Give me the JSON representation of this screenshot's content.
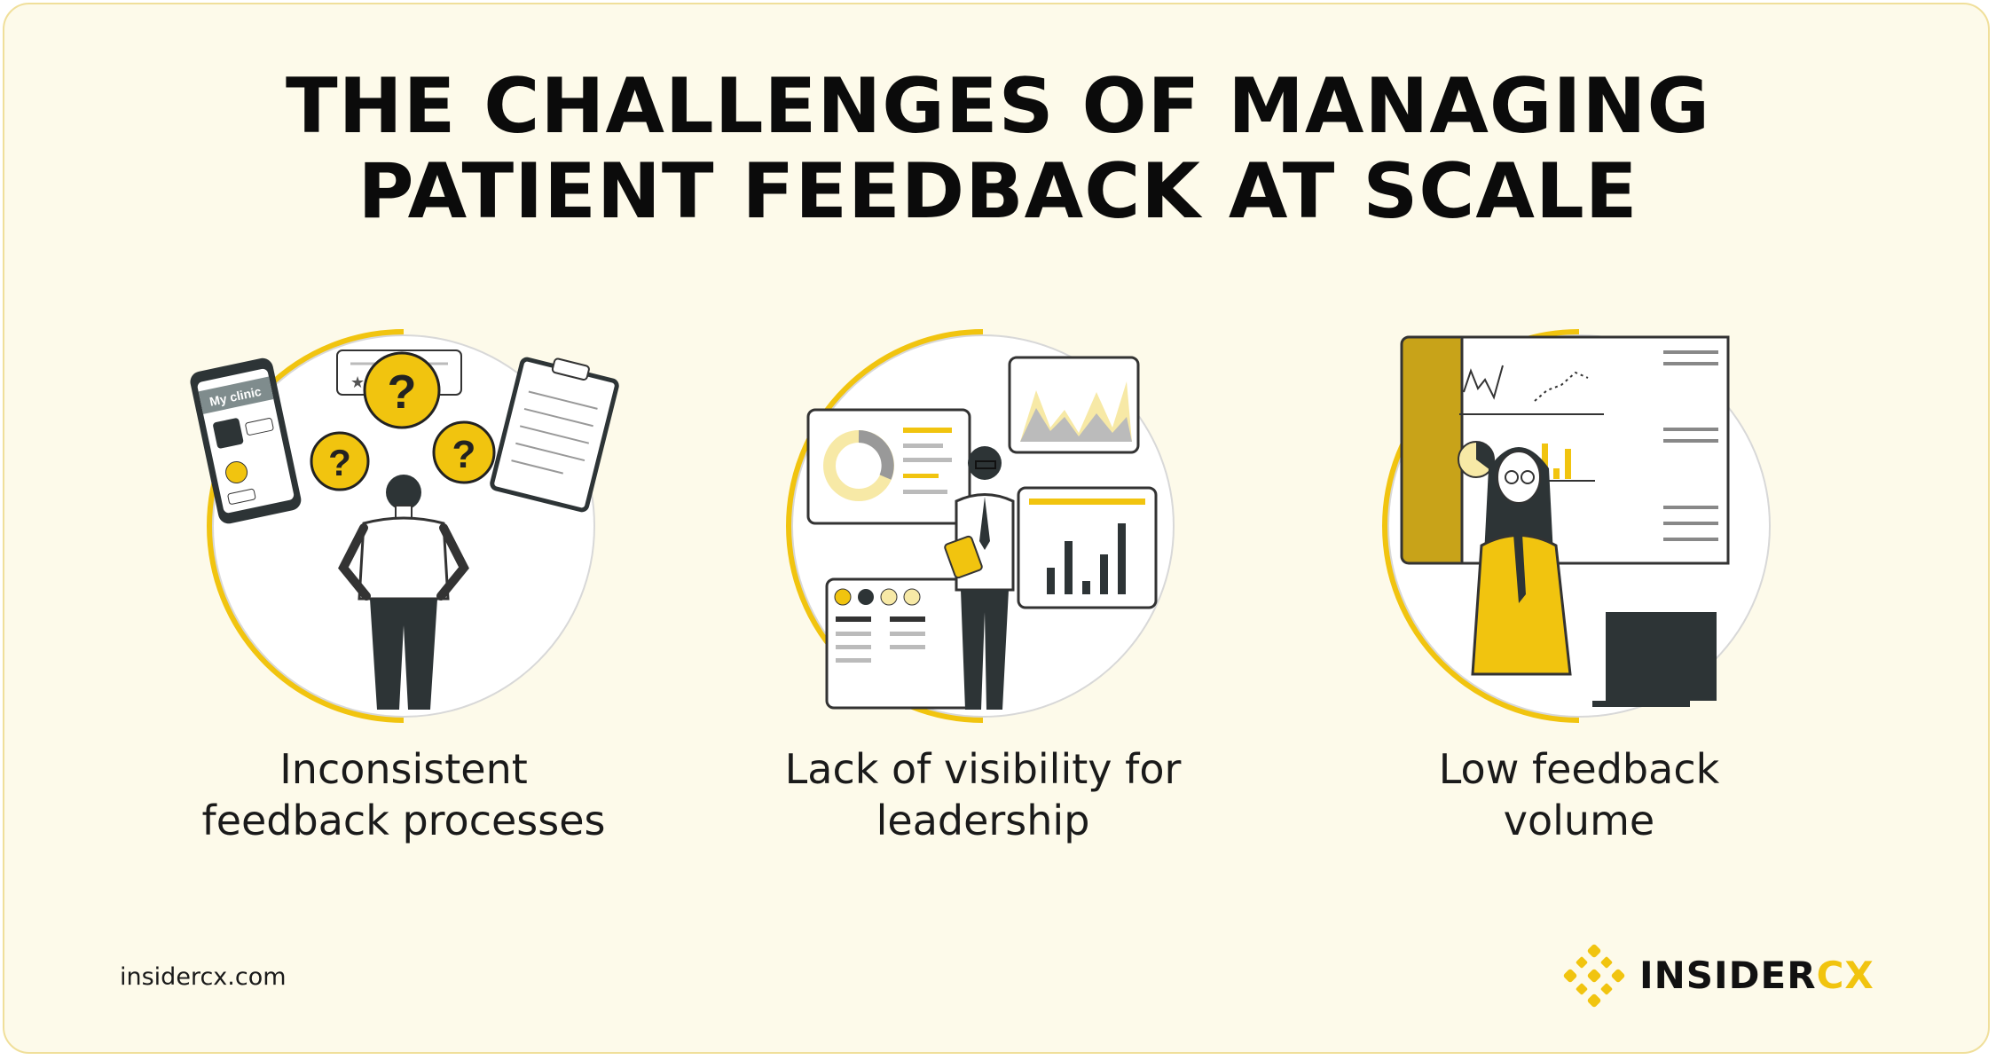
{
  "title": {
    "line1": "THE CHALLENGES OF MANAGING",
    "line2": "PATIENT FEEDBACK AT SCALE"
  },
  "challenges": [
    {
      "line1": "Inconsistent",
      "line2": "feedback processes",
      "illustration": "confused-man-with-phone-icon"
    },
    {
      "line1": "Lack of visibility for",
      "line2": "leadership",
      "illustration": "man-with-dashboards-icon"
    },
    {
      "line1": "Low feedback",
      "line2": "volume",
      "illustration": "woman-at-computer-icon"
    }
  ],
  "illustration_text": {
    "phone_label": "My clinic",
    "question_mark": "?"
  },
  "footer": {
    "website": "insidercx.com",
    "logo_main": "INSIDER",
    "logo_accent": "CX"
  },
  "colors": {
    "background": "#fdfaea",
    "accent": "#f1c40f",
    "text": "#0b0b0b"
  }
}
